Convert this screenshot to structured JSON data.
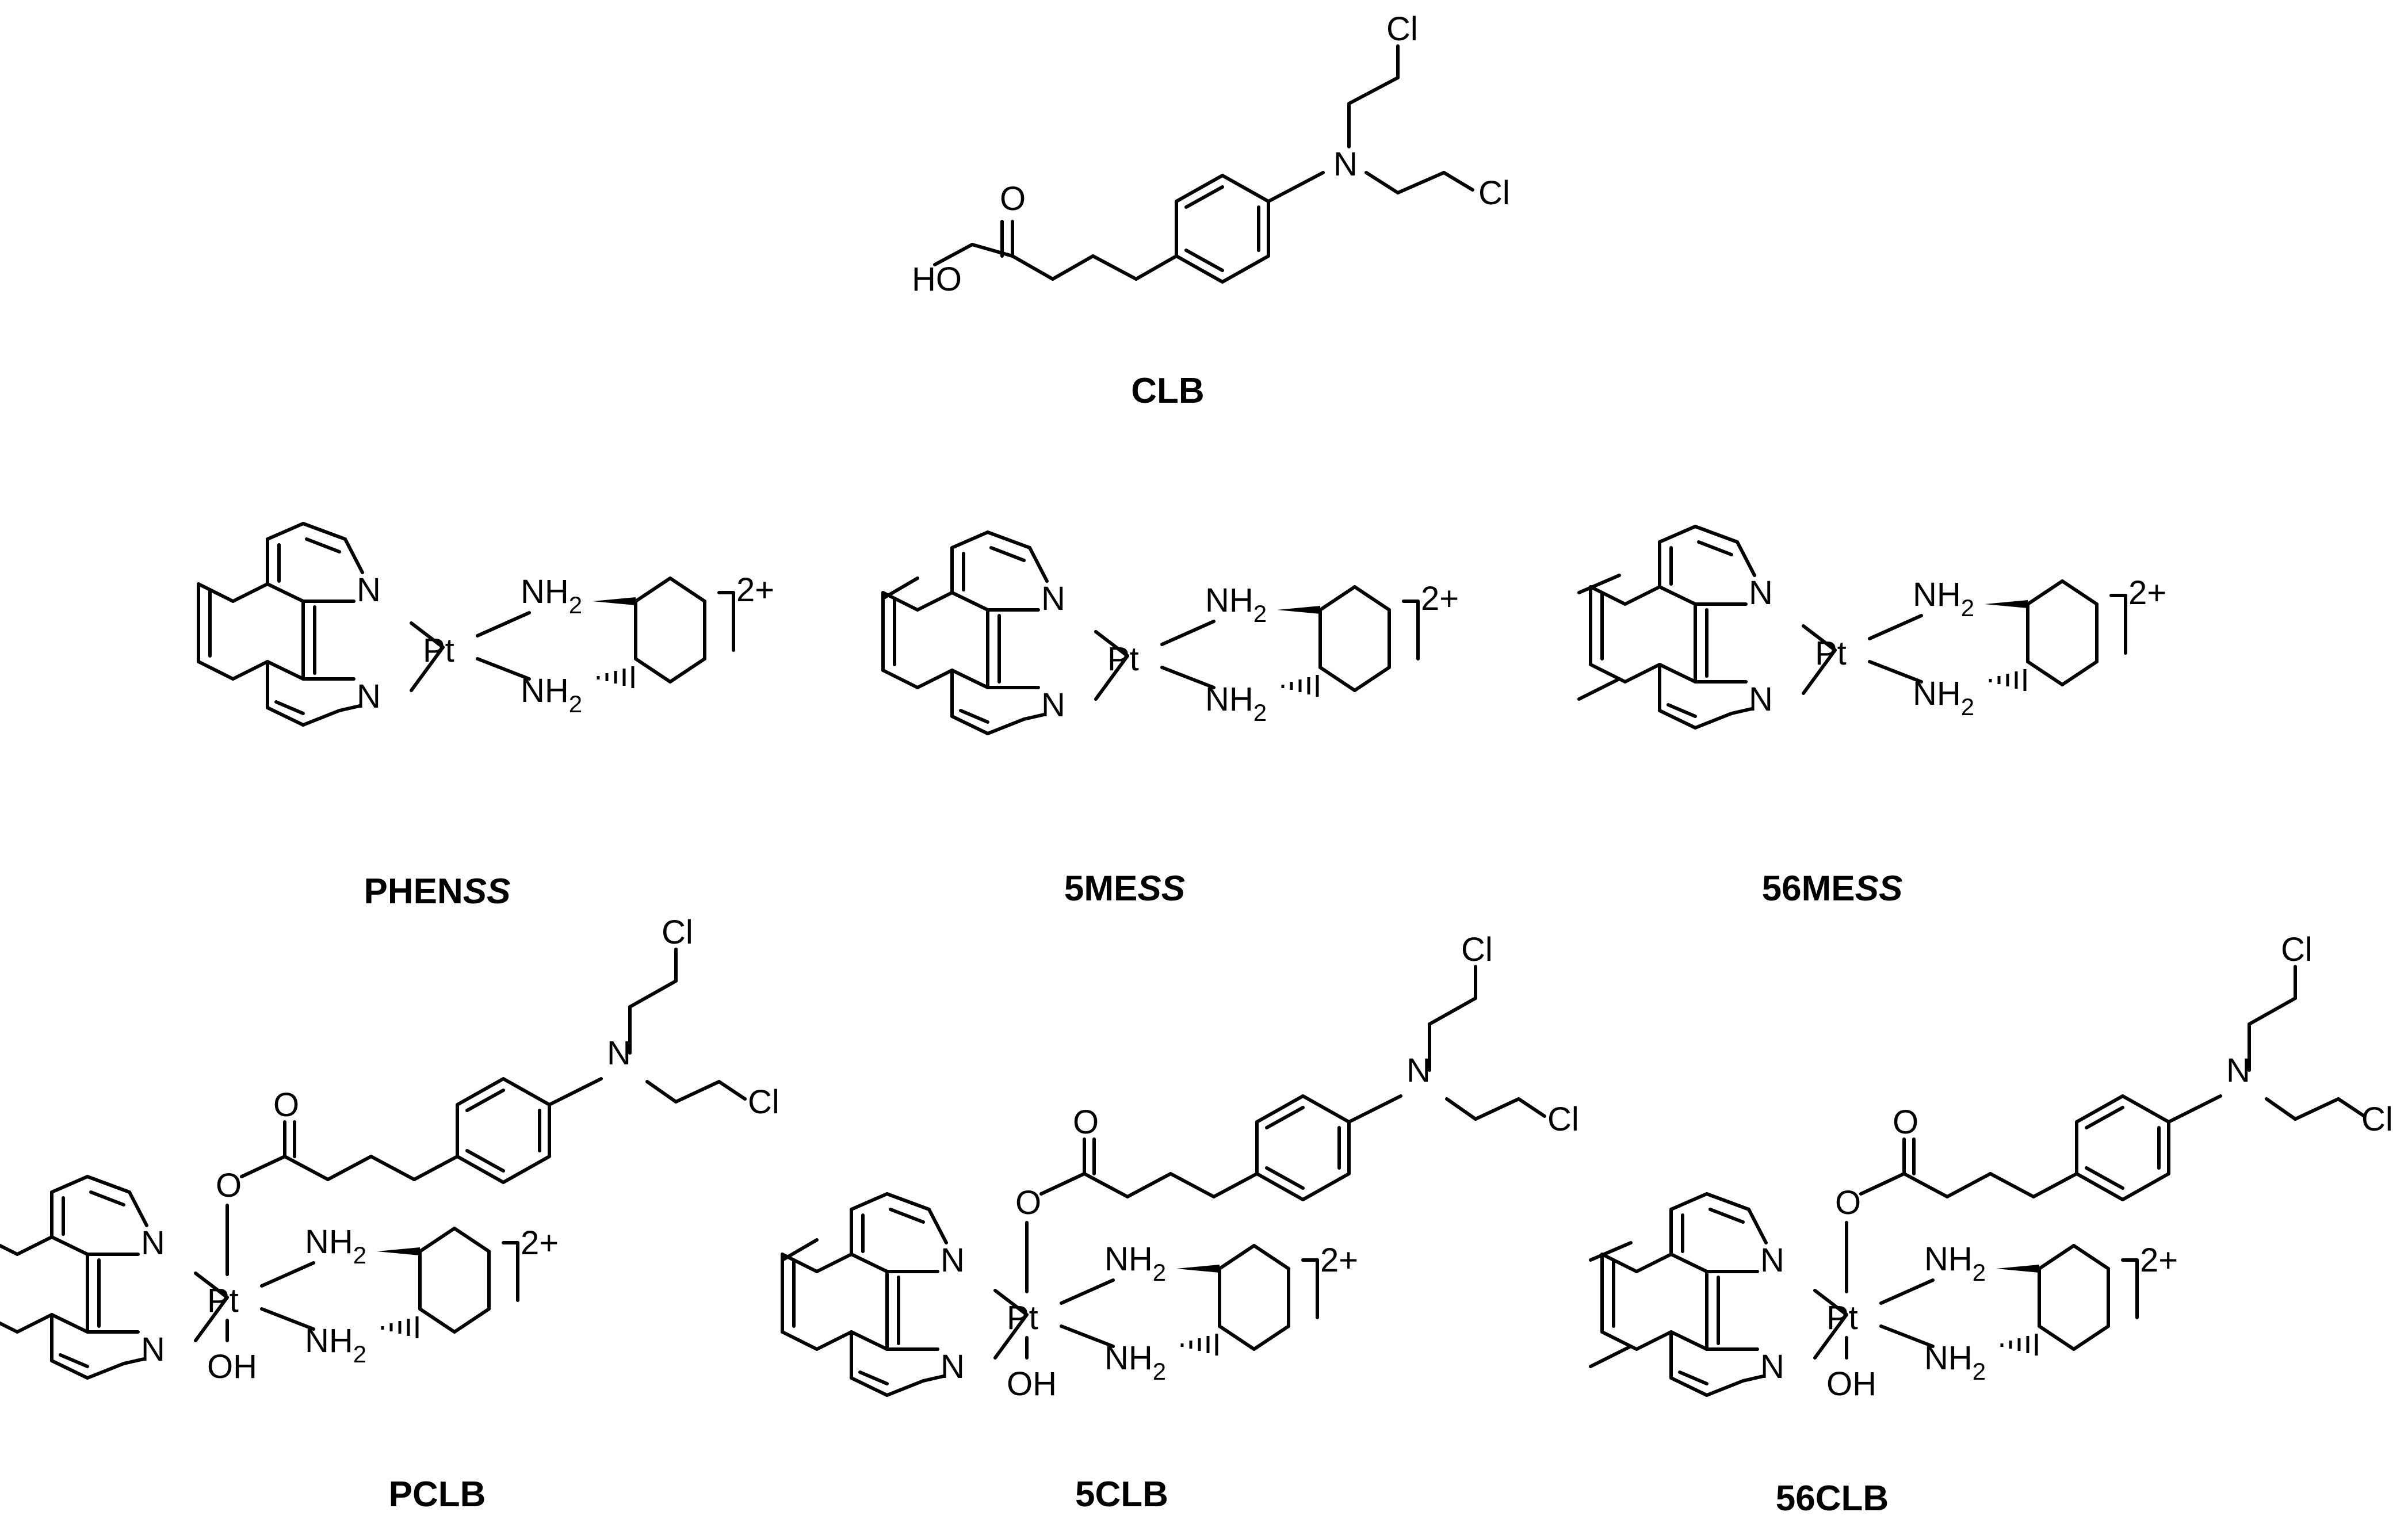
{
  "figure": {
    "molecules": [
      {
        "id": "clb",
        "name": "CLB"
      },
      {
        "id": "phenss",
        "name_plain": "PHEN",
        "name_italic": "SS"
      },
      {
        "id": "5mess",
        "name_plain": "5ME",
        "name_italic": "SS"
      },
      {
        "id": "56mess",
        "name_plain": "56ME",
        "name_italic": "SS"
      },
      {
        "id": "pclb",
        "name": "PCLB"
      },
      {
        "id": "5clb",
        "name": "5CLB"
      },
      {
        "id": "56clb",
        "name": "56CLB"
      }
    ],
    "atoms": {
      "cl": "Cl",
      "n": "N",
      "o": "O",
      "ho": "HO",
      "oh": "OH",
      "pt": "Pt",
      "nh2": "NH",
      "sub2": "2",
      "charge": "2+"
    }
  }
}
